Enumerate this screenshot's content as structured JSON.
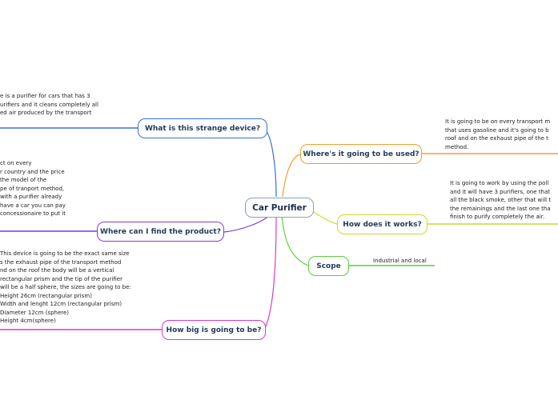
{
  "center": {
    "label": "Car Purifier"
  },
  "branches": [
    {
      "id": "what",
      "label": "What is this strange device?",
      "color": "#3a6fd6",
      "note": "e is a purifier for cars that has 3\nurifiers and it cleans completely all\ned air produced by the transport"
    },
    {
      "id": "where-find",
      "label": "Where can I find the product?",
      "color": "#7d3fd1",
      "note": "ct on every\nr country and the price\nthe model of the\npe of tranport method,\nwith a purifier already\nhave a car you can pay\nconcessionaire to put it"
    },
    {
      "id": "size",
      "label": "How big is going to be?",
      "color": "#d43bc9",
      "note": "This device is going to be the exact same size\ns the exhaust pipe of the transport method\nnd on the roof the body will be a vertical\nrectangular prism and the tip of the purifier\nwill be a half sphere, the sizes are going to be:\nHeight 26cm (rectangular prism)\nWidth and lenght 12cm (rectangular prism)\nDiameter 12cm (sphere)\nHeight 4cm(sphere)"
    },
    {
      "id": "where-used",
      "label": "Where's it going to be used?",
      "color": "#f0a030",
      "note": "It is going to be on every transport m\nthat uses gasoline and it's going to b\nroof and on the exhaust pipe of the t\nmethod."
    },
    {
      "id": "how-works",
      "label": "How does it works?",
      "color": "#c8dc28",
      "note": "It is going to work by using the poll\nand it will have 3 purifiers, one that\nall the black smoke, other that will t\nthe remainings and the last one tha\nfinish to purify completely the air."
    },
    {
      "id": "scope",
      "label": "Scope",
      "color": "#5ccf3c",
      "note": "Industrial and local"
    }
  ]
}
